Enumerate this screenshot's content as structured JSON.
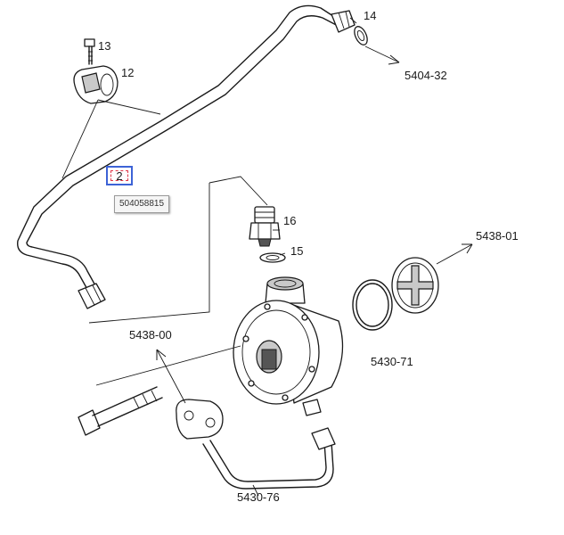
{
  "callouts": {
    "p14": "14",
    "p13": "13",
    "p12": "12",
    "p2": "2",
    "p16": "16",
    "p15": "15",
    "ref_5404_32": "5404-32",
    "ref_5438_01": "5438-01",
    "ref_5438_00": "5438-00",
    "ref_5430_71": "5430-71",
    "ref_5430_76": "5430-76"
  },
  "tooltip": {
    "part_number": "504058815"
  }
}
